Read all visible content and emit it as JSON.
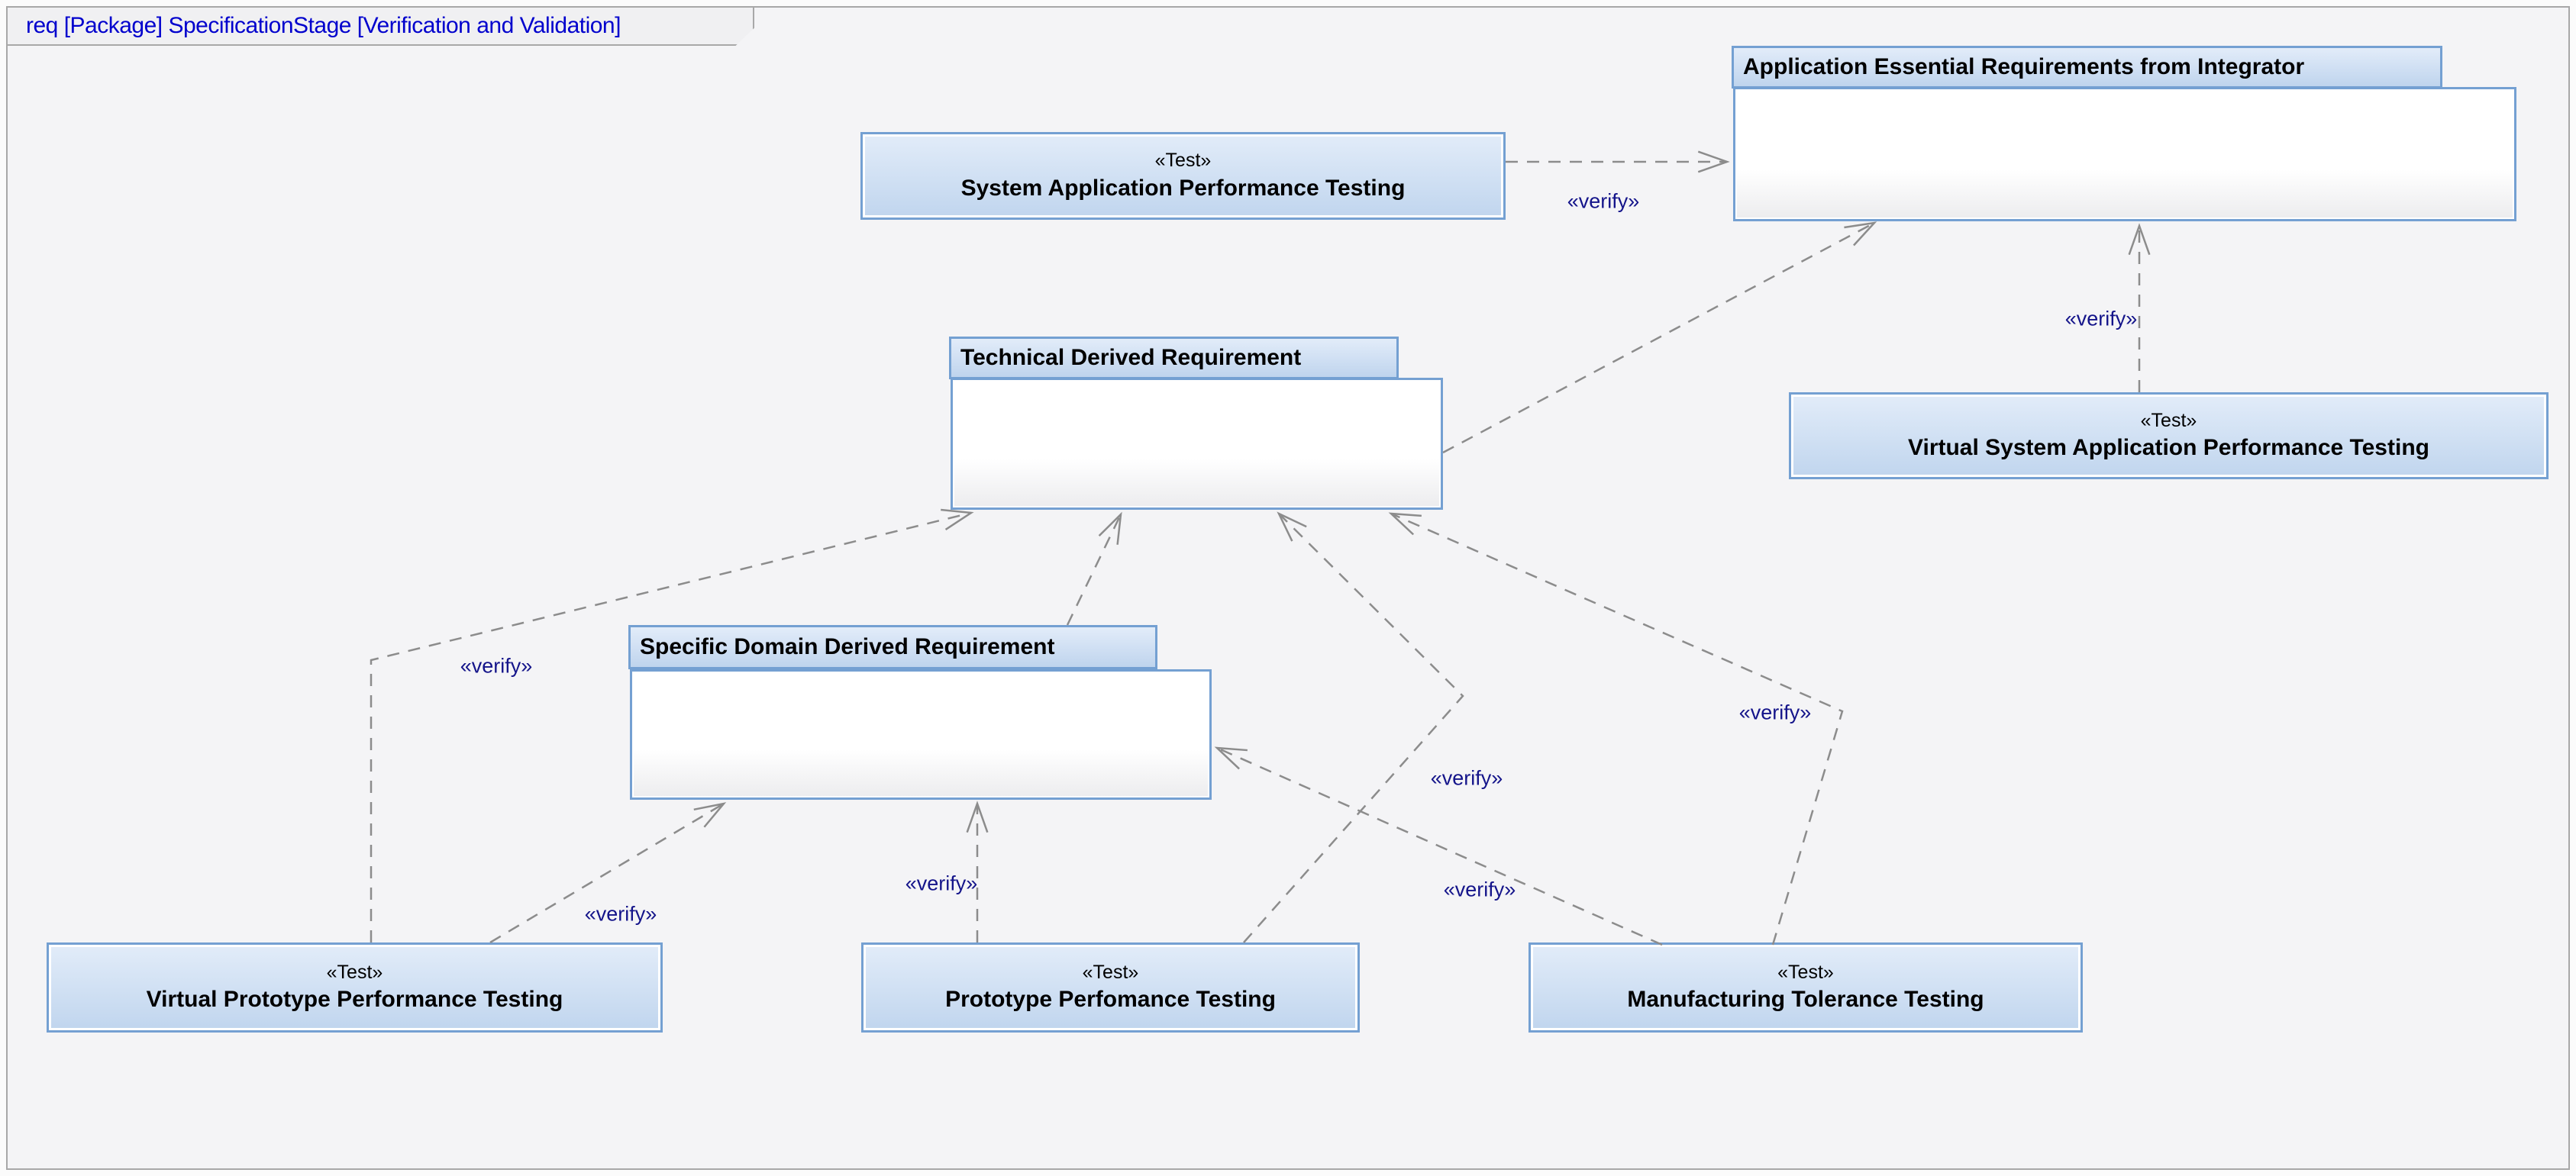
{
  "frame": {
    "title": "req [Package] SpecificationStage [Verification and Validation]"
  },
  "colors": {
    "box_border": "#74a0d2",
    "box_fill_top": "#e2ecf9",
    "box_fill_bottom": "#c0d5ee",
    "edge_line": "#8c8c8c",
    "verify_label": "#14148a",
    "frame_title": "#0000cd",
    "canvas_bg": "#f4f4f6"
  },
  "nodes": [
    {
      "id": "sys-app-test",
      "kind": "test",
      "stereotype": "«Test»",
      "name": "System Application Performance Testing"
    },
    {
      "id": "app-ess-req",
      "kind": "requirement",
      "name": "Application Essential Requirements from Integrator"
    },
    {
      "id": "tech-req",
      "kind": "requirement",
      "name": "Technical Derived Requirement"
    },
    {
      "id": "virt-sys-test",
      "kind": "test",
      "stereotype": "«Test»",
      "name": "Virtual System Application Performance Testing"
    },
    {
      "id": "spec-dom-req",
      "kind": "requirement",
      "name": "Specific Domain Derived Requirement"
    },
    {
      "id": "virt-proto-test",
      "kind": "test",
      "stereotype": "«Test»",
      "name": "Virtual Prototype Performance Testing"
    },
    {
      "id": "proto-test",
      "kind": "test",
      "stereotype": "«Test»",
      "name": "Prototype Perfomance Testing"
    },
    {
      "id": "manuf-test",
      "kind": "test",
      "stereotype": "«Test»",
      "name": "Manufacturing Tolerance Testing"
    }
  ],
  "edges": [
    {
      "id": "e-sysapp-appess",
      "from": "sys-app-test",
      "to": "app-ess-req",
      "label": "«verify»"
    },
    {
      "id": "e-virtsys-appess",
      "from": "virt-sys-test",
      "to": "app-ess-req",
      "label": "«verify»"
    },
    {
      "id": "e-tech-appess",
      "from": "tech-req",
      "to": "app-ess-req",
      "label": ""
    },
    {
      "id": "e-specdom-tech",
      "from": "spec-dom-req",
      "to": "tech-req",
      "label": ""
    },
    {
      "id": "e-virtproto-tech",
      "from": "virt-proto-test",
      "to": "tech-req",
      "label": "«verify»"
    },
    {
      "id": "e-virtproto-specdom",
      "from": "virt-proto-test",
      "to": "spec-dom-req",
      "label": "«verify»"
    },
    {
      "id": "e-proto-specdom",
      "from": "proto-test",
      "to": "spec-dom-req",
      "label": "«verify»"
    },
    {
      "id": "e-proto-tech",
      "from": "proto-test",
      "to": "tech-req",
      "label": "«verify»"
    },
    {
      "id": "e-manuf-specdom",
      "from": "manuf-test",
      "to": "spec-dom-req",
      "label": "«verify»"
    },
    {
      "id": "e-manuf-tech",
      "from": "manuf-test",
      "to": "tech-req",
      "label": "«verify»"
    }
  ]
}
